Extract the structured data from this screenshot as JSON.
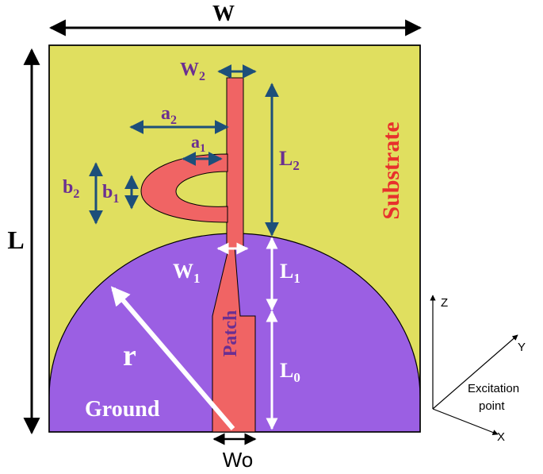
{
  "labels": {
    "W": "W",
    "L": "L",
    "W2": "W",
    "W2_sub": "2",
    "a2": "a",
    "a2_sub": "2",
    "a1": "a",
    "a1_sub": "1",
    "b2": "b",
    "b2_sub": "2",
    "b1": "b",
    "b1_sub": "1",
    "L2": "L",
    "L2_sub": "2",
    "L1": "L",
    "L1_sub": "1",
    "L0": "L",
    "L0_sub": "0",
    "W1": "W",
    "W1_sub": "1",
    "r": "r",
    "Wo": "Wo",
    "substrate": "Substrate",
    "patch": "Patch",
    "ground": "Ground"
  },
  "axes": {
    "z": "Z",
    "y": "Y",
    "x": "X",
    "excitation_line1": "Excitation",
    "excitation_line2": "point"
  },
  "colors": {
    "substrate": "#e0df5f",
    "ground": "#9b5fe3",
    "patch": "#f06464",
    "dim_label": "#6b2f91",
    "dim_arrow": "#1d4f7a",
    "substrate_text": "#e8302c"
  }
}
